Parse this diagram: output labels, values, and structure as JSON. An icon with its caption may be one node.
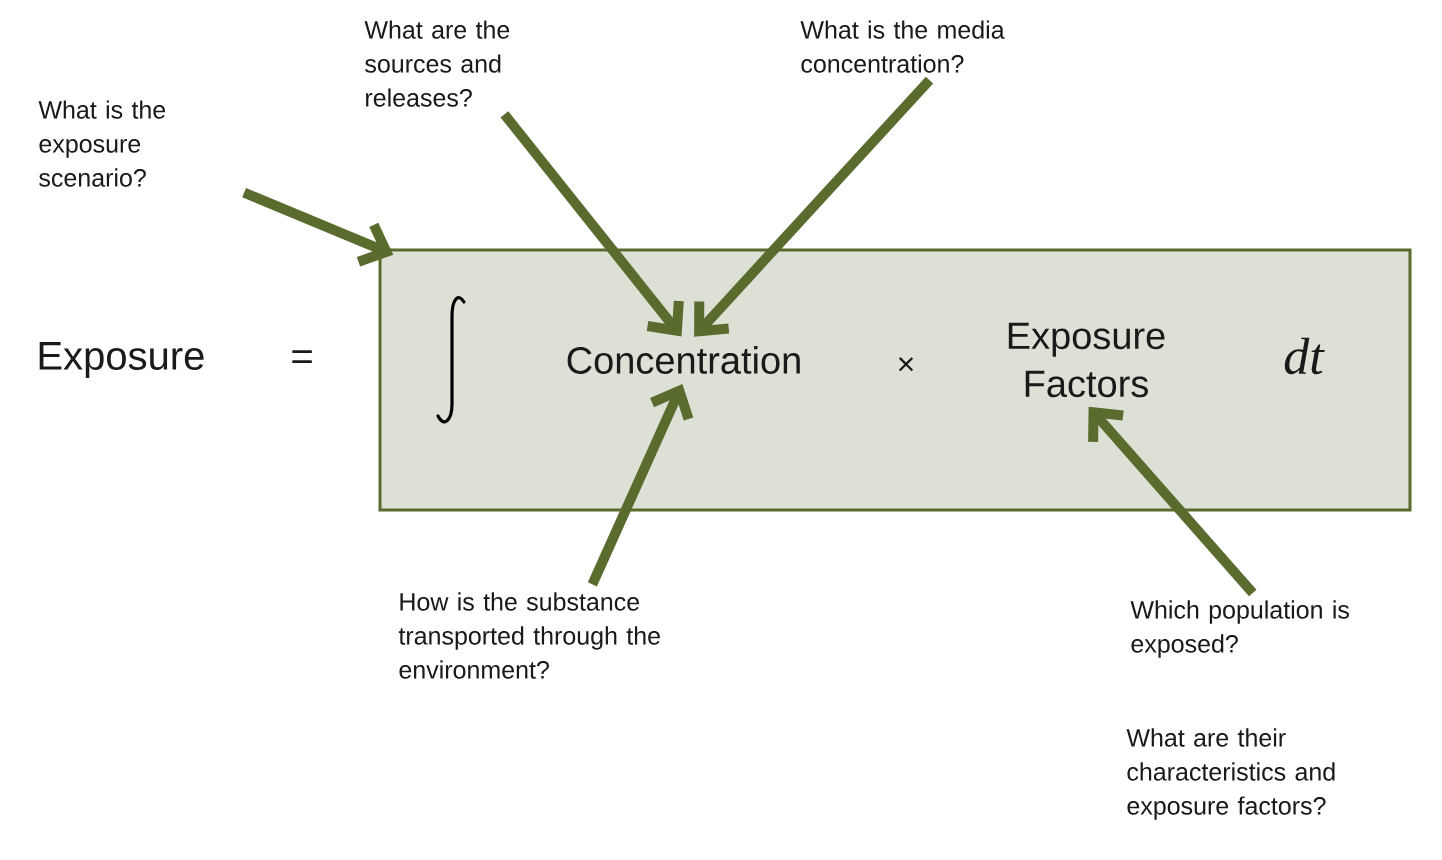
{
  "diagram": {
    "nodes": [
      {
        "text": [
          "What are the sources and releases?"
        ]
      },
      {
        "text": [
          "What is the media concentration?"
        ]
      },
      {
        "text": [
          "What is the exposure scenario?"
        ]
      },
      {
        "text": [],
        "shape": "box"
      },
      {
        "text": [
          "Concentration"
        ],
        "in": 3
      },
      {
        "text": [
          "Exposure Factors"
        ],
        "in": 3
      },
      {
        "text": [
          "How is the substance transported through the environment?"
        ]
      },
      {
        "text": [
          "Which population is exposed?"
        ]
      }
    ],
    "edges": [
      {
        "from": 2,
        "to": 3,
        "arrow": "to"
      },
      {
        "from": 0,
        "to": 4,
        "arrow": "to"
      },
      {
        "from": 1,
        "to": 4,
        "arrow": "to"
      },
      {
        "from": 6,
        "to": 4,
        "arrow": "to"
      },
      {
        "from": 7,
        "to": 5,
        "arrow": "to"
      }
    ],
    "labels": [
      "Exposure",
      "=",
      "×",
      "*dt*",
      "What are their characteristics and exposure factors?"
    ]
  }
}
